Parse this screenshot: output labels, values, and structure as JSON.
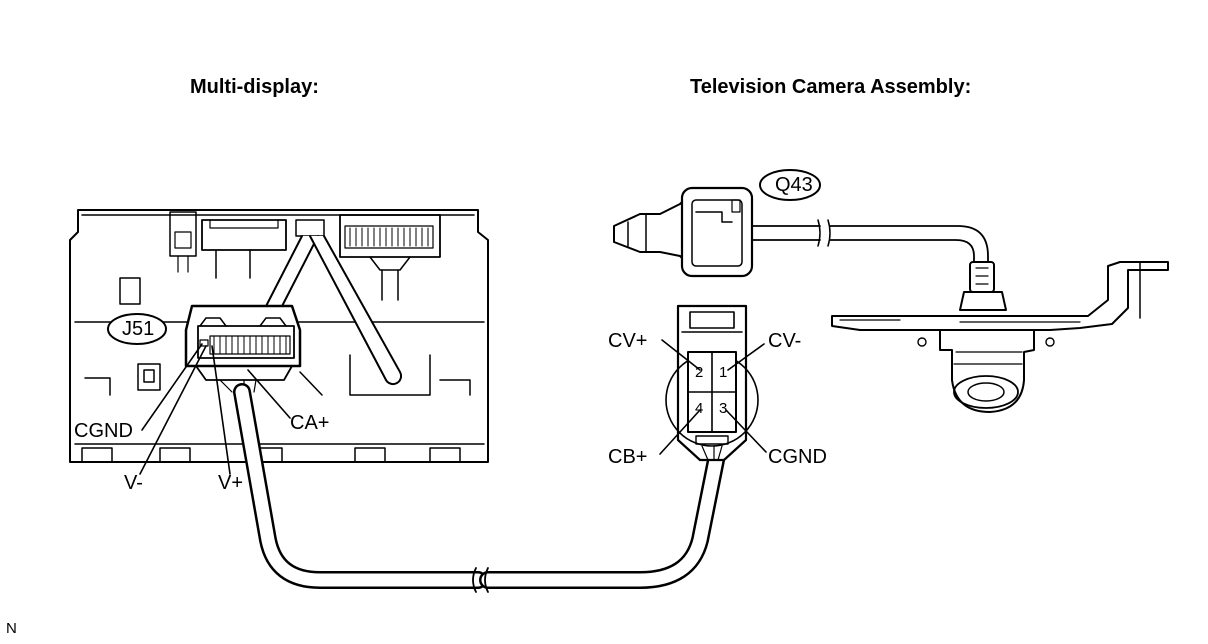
{
  "titles": {
    "multi_display": "Multi-display:",
    "camera_assembly": "Television Camera Assembly:"
  },
  "connectors": {
    "multi_display_id": "J51",
    "camera_id": "Q43"
  },
  "multi_display_pins": {
    "cgnd": "CGND",
    "ca_plus": "CA+",
    "v_minus": "V-",
    "v_plus": "V+"
  },
  "camera_pins": {
    "cv_plus": "CV+",
    "cv_minus": "CV-",
    "cb_plus": "CB+",
    "cgnd": "CGND",
    "pin_numbers": [
      "2",
      "1",
      "4",
      "3"
    ]
  },
  "footer_code": "N"
}
